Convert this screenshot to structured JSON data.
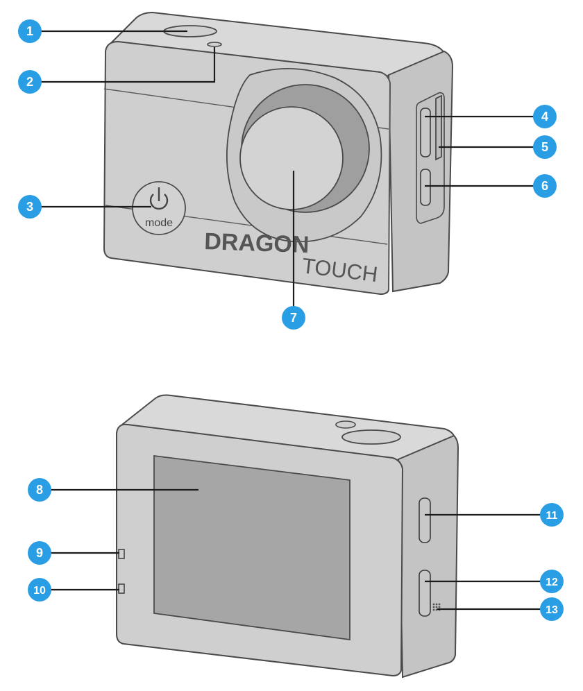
{
  "front_view": {
    "brand_bold": "DRAGON",
    "brand_light": "TOUCH",
    "power_button_label": "mode"
  },
  "callouts": [
    "1",
    "2",
    "3",
    "4",
    "5",
    "6",
    "7",
    "8",
    "9",
    "10",
    "11",
    "12",
    "13"
  ],
  "colors": {
    "badge": "#2a9ee5",
    "body": "#cfcfcf",
    "outline": "#4a4a4a",
    "screen": "#a6a6a6"
  }
}
